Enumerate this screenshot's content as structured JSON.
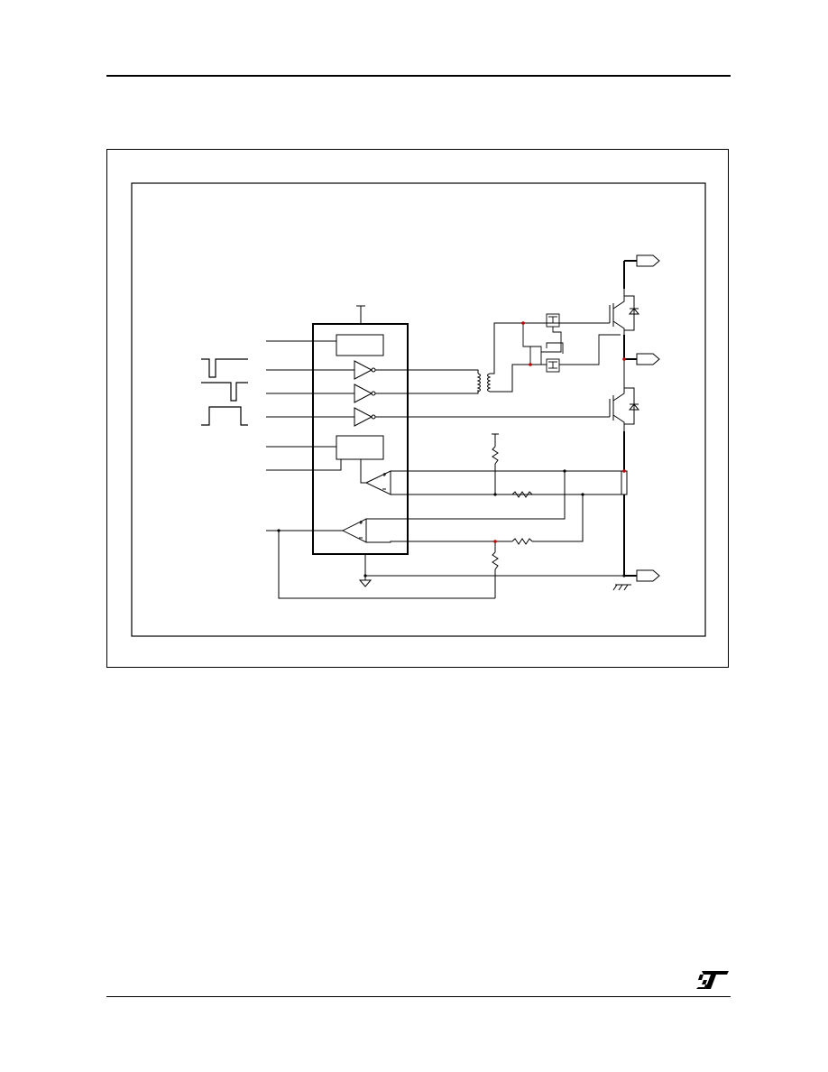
{
  "page": {
    "logo": {
      "icon": "st-logo-icon",
      "text": "ST"
    }
  },
  "diagram": {
    "description_icons": [
      "ic-block",
      "buffer-amplifier",
      "comparator",
      "pulse-transformer",
      "mosfet",
      "igbt",
      "freewheel-diode",
      "resistor",
      "shunt-resistor",
      "ground-symbol",
      "output-terminal"
    ],
    "colors": {
      "ink": "#000000",
      "junction": "#c00000"
    }
  }
}
